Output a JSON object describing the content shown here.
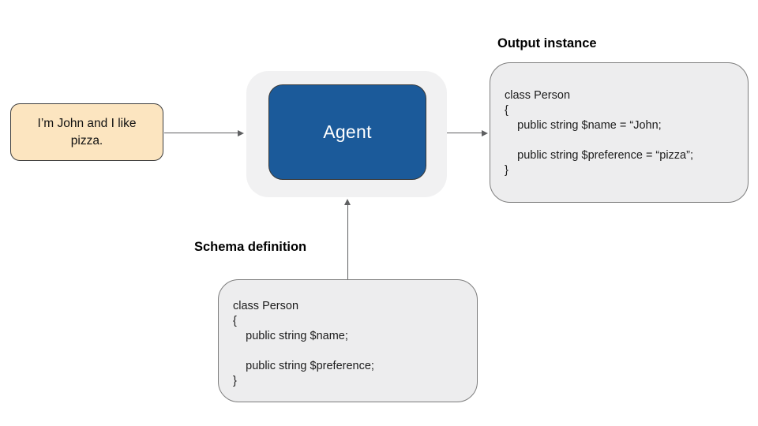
{
  "diagram": {
    "input_box": {
      "text": "I’m John and I like pizza."
    },
    "agent": {
      "label": "Agent"
    },
    "output": {
      "title": "Output instance",
      "code": "class Person\n{\n    public string $name = “John;\n\n    public string $preference = “pizza”;\n}"
    },
    "schema": {
      "title": "Schema definition",
      "code": "class Person\n{\n    public string $name;\n\n    public string $preference;\n}"
    },
    "colors": {
      "agent_fill": "#1b5a9a",
      "agent_text": "#ffffff",
      "input_fill": "#fce5c0",
      "panel_fill": "#ededee",
      "container_fill": "#f1f1f2",
      "panel_border": "#7d7d7d",
      "arrow": "#5f6062",
      "background": "#ffffff"
    }
  }
}
